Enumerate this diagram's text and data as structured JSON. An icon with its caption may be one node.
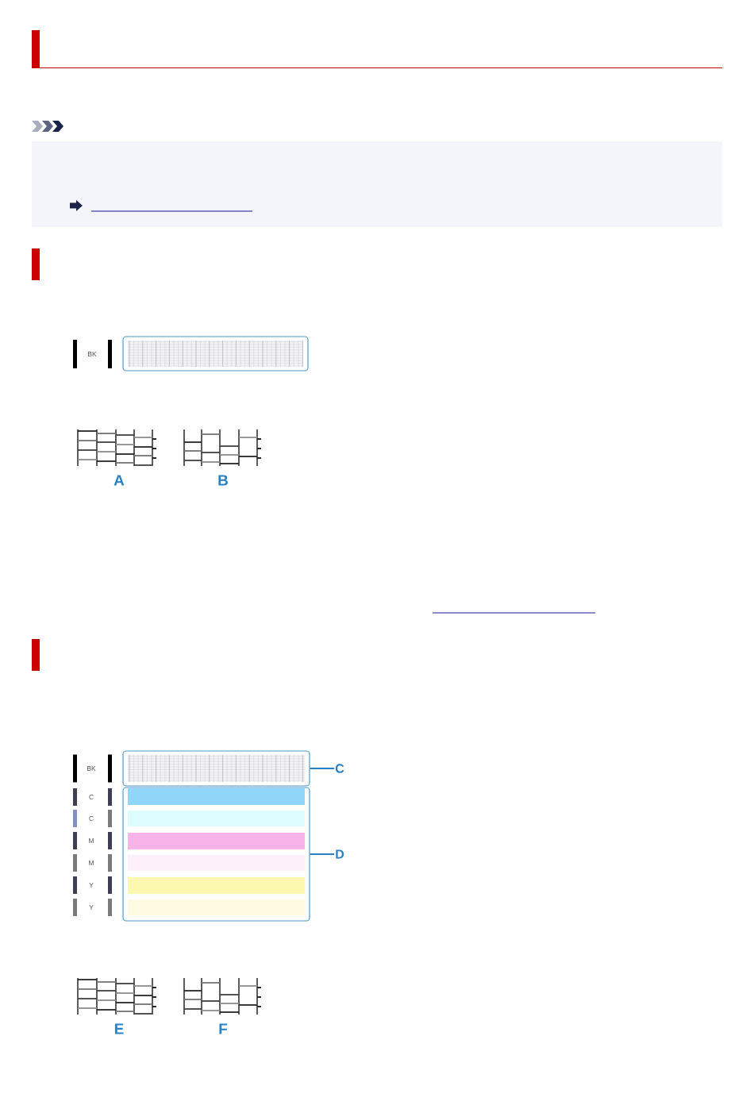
{
  "diagram": {
    "nodes": [
      {
        "text": [],
        "shape": "box"
      },
      {
        "text": [],
        "shape": "box"
      },
      {
        "text": [
          "C"
        ]
      },
      {
        "text": [],
        "shape": "box"
      },
      {
        "text": [
          "D"
        ]
      }
    ],
    "edges": [
      {
        "from": 2,
        "to": 1,
        "arrow": "none"
      },
      {
        "from": 4,
        "to": 3,
        "arrow": "none"
      }
    ],
    "labels": [
      "BK",
      "A",
      "B",
      "BK",
      "C",
      "C",
      "M",
      "M",
      "Y",
      "Y",
      "E",
      "F"
    ]
  }
}
